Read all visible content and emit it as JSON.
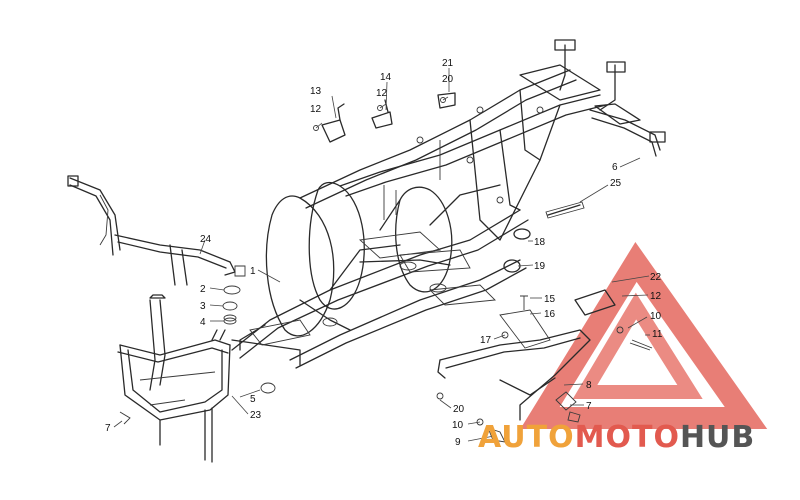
{
  "diagram": {
    "callouts": [
      {
        "id": "c1",
        "label": "1"
      },
      {
        "id": "c2",
        "label": "2"
      },
      {
        "id": "c3",
        "label": "3"
      },
      {
        "id": "c4",
        "label": "4"
      },
      {
        "id": "c5",
        "label": "5"
      },
      {
        "id": "c6",
        "label": "6"
      },
      {
        "id": "c7a",
        "label": "7"
      },
      {
        "id": "c7b",
        "label": "7"
      },
      {
        "id": "c8",
        "label": "8"
      },
      {
        "id": "c9",
        "label": "9"
      },
      {
        "id": "c10a",
        "label": "10"
      },
      {
        "id": "c10b",
        "label": "10"
      },
      {
        "id": "c11",
        "label": "11"
      },
      {
        "id": "c12a",
        "label": "12"
      },
      {
        "id": "c12b",
        "label": "12"
      },
      {
        "id": "c12c",
        "label": "12"
      },
      {
        "id": "c13",
        "label": "13"
      },
      {
        "id": "c14",
        "label": "14"
      },
      {
        "id": "c15",
        "label": "15"
      },
      {
        "id": "c16",
        "label": "16"
      },
      {
        "id": "c17",
        "label": "17"
      },
      {
        "id": "c18",
        "label": "18"
      },
      {
        "id": "c19",
        "label": "19"
      },
      {
        "id": "c20a",
        "label": "20"
      },
      {
        "id": "c20b",
        "label": "20"
      },
      {
        "id": "c21",
        "label": "21"
      },
      {
        "id": "c22",
        "label": "22"
      },
      {
        "id": "c23",
        "label": "23"
      },
      {
        "id": "c24",
        "label": "24"
      },
      {
        "id": "c25",
        "label": "25"
      }
    ]
  },
  "watermark": {
    "part1": "AUTO",
    "part2": "MOTO",
    "part3": "HUB",
    "color_orange": "#f0a23a",
    "color_red": "#e25a4f",
    "color_dark": "#555555"
  }
}
